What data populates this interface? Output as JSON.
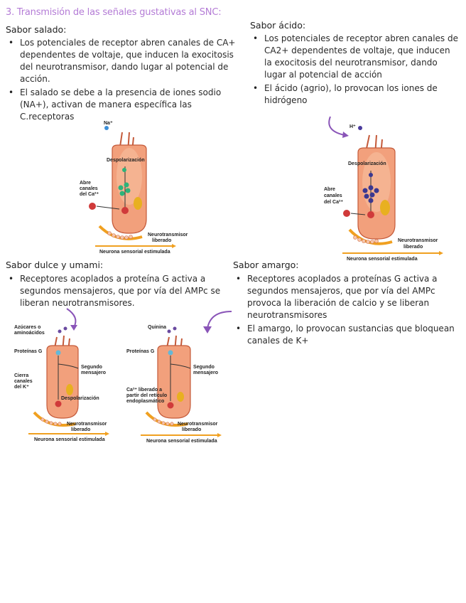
{
  "title": "3. Transmisión de las señales gustativas al SNC:",
  "salado": {
    "heading": "Sabor salado:",
    "bullets": [
      "Los potenciales de receptor abren canales de CA+ dependentes de voltaje, que inducen la exocitosis del neurotransmisor, dando lugar al potencial de acción.",
      "El salado se debe a la presencia de iones sodio (NA+), activan de manera específica las C.receptoras"
    ],
    "figure": {
      "ion": "Na⁺",
      "depol": "Despolarización",
      "ca_open": [
        "Abre",
        "canales",
        "del Ca²⁺"
      ],
      "neuro": [
        "Neurotransmisor",
        "liberado"
      ],
      "neuron": "Neurona sensorial estimulada"
    }
  },
  "acido": {
    "heading": "Sabor ácido:",
    "bullets": [
      "Los potenciales de receptor abren canales de CA2+ dependentes de voltaje, que inducen la exocitosis del neurotransmisor, dando lugar al potencial de acción",
      "El ácido (agrio), lo provocan los iones de hidrógeno"
    ],
    "figure": {
      "ion": "H⁺",
      "depol": "Despolarización",
      "ca_open": [
        "Abre",
        "canales",
        "del Ca²⁺"
      ],
      "neuro": [
        "Neurotransmisor",
        "liberado"
      ],
      "neuron": "Neurona sensorial estimulada"
    }
  },
  "dulce": {
    "heading": "Sabor dulce y umami:",
    "bullets": [
      "Receptores acoplados a proteína G activa a segundos mensajeros, que por vía del AMPc se liberan neurotransmisores."
    ],
    "figure": {
      "top": [
        "Azúcares o",
        "aminoácidos"
      ],
      "gprot": "Proteínas G",
      "second": [
        "Segundo",
        "mensajero"
      ],
      "close": [
        "Cierra",
        "canales",
        "del K⁺"
      ],
      "depol": "Despolarización",
      "neuro": [
        "Neurotransmisor",
        "liberado"
      ],
      "neuron": "Neurona sensorial estimulada"
    }
  },
  "amargo": {
    "heading": "Sabor amargo:",
    "bullets": [
      "Receptores acoplados a proteínas G activa a segundos mensajeros, que por vía del AMPc provoca la liberación de calcio y se liberan neurotransmisores",
      "El amargo, lo provocan sustancias que bloquean canales de K+"
    ],
    "figure": {
      "top": "Quinina",
      "gprot": "Proteínas G",
      "second": [
        "Segundo",
        "mensajero"
      ],
      "ca": [
        "Ca²⁺ liberado a",
        "partir del retículo",
        "endoplasmático"
      ],
      "neuro": [
        "Neurotransmisor",
        "liberado"
      ],
      "neuron": "Neurona sensorial estimulada"
    }
  },
  "colors": {
    "title": "#b47cd6",
    "cell": "#f2a07c",
    "cell_edge": "#c45a3a",
    "arrow": "#8a55b8",
    "neuron": "#f0a020"
  }
}
